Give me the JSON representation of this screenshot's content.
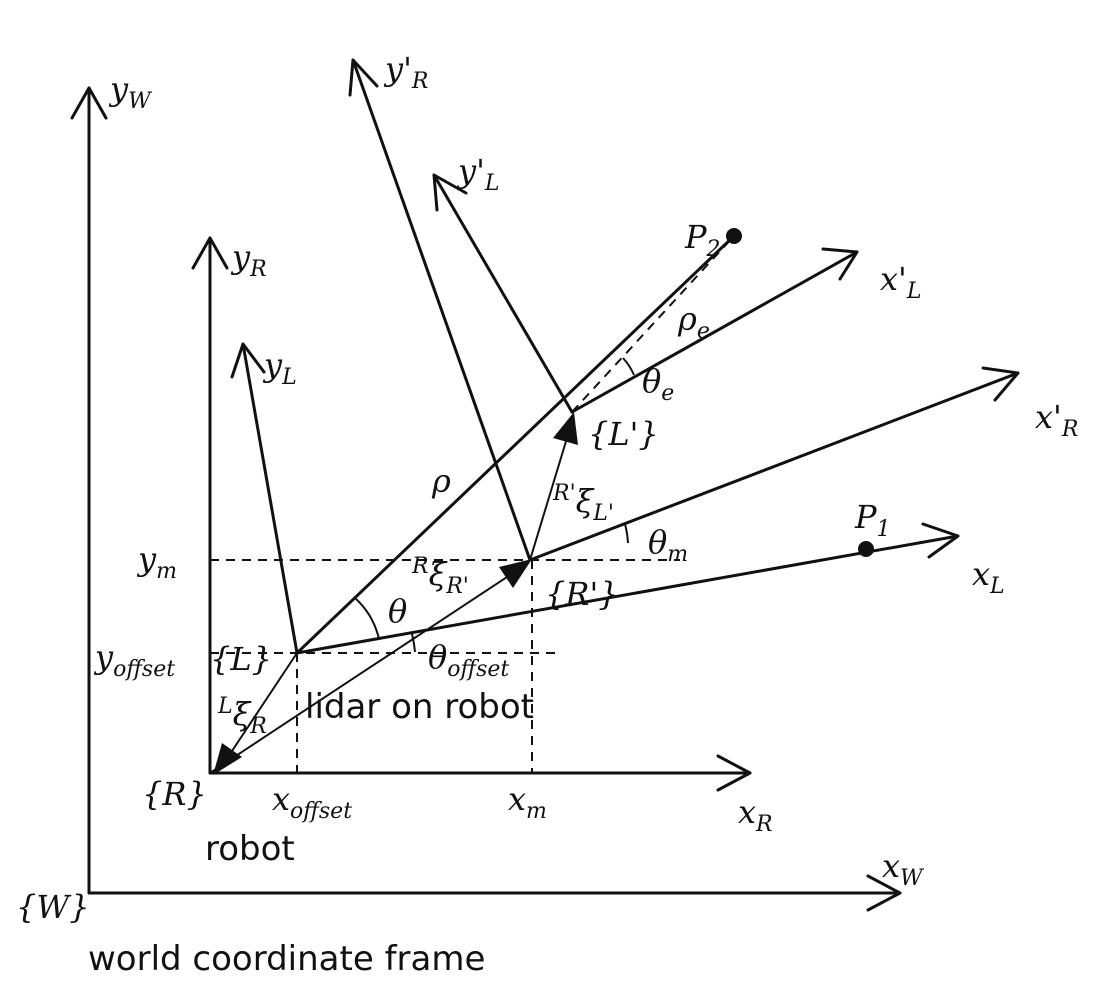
{
  "frames": {
    "world": {
      "name": "{W}",
      "x_axis": "x",
      "x_sub": "W",
      "y_axis": "y",
      "y_sub": "W",
      "caption": "world coordinate frame"
    },
    "robot": {
      "name": "{R}",
      "x_axis": "x",
      "x_sub": "R",
      "y_axis": "y",
      "y_sub": "R",
      "caption": "robot"
    },
    "lidar": {
      "name": "{L}",
      "x_axis": "x",
      "x_sub": "L",
      "y_axis": "y",
      "y_sub": "L",
      "caption": "lidar on robot"
    },
    "robot_moved": {
      "name": "{R'}",
      "x_axis": "x'",
      "x_sub": "R",
      "y_axis": "y'",
      "y_sub": "R"
    },
    "lidar_moved": {
      "name": "{L'}",
      "x_axis": "x'",
      "x_sub": "L",
      "y_axis": "y'",
      "y_sub": "L"
    }
  },
  "points": [
    {
      "name": "P",
      "sub": "1"
    },
    {
      "name": "P",
      "sub": "2"
    }
  ],
  "labels": {
    "x_offset": "x",
    "x_offset_sub": "offset",
    "y_offset": "y",
    "y_offset_sub": "offset",
    "x_m": "x",
    "x_m_sub": "m",
    "y_m": "y",
    "y_m_sub": "m",
    "theta": "θ",
    "theta_offset": "θ",
    "theta_offset_sub": "offset",
    "theta_m": "θ",
    "theta_m_sub": "m",
    "theta_e": "θ",
    "theta_e_sub": "e",
    "rho": "ρ",
    "rho_e": "ρ",
    "rho_e_sub": "e",
    "xi": "ξ",
    "xi_L_R_pre": "L",
    "xi_L_R_sub": "R",
    "xi_R_Rp_pre": "R",
    "xi_R_Rp_sub": "R'",
    "xi_Rp_Lp_pre": "R'",
    "xi_Rp_Lp_sub": "L'"
  }
}
